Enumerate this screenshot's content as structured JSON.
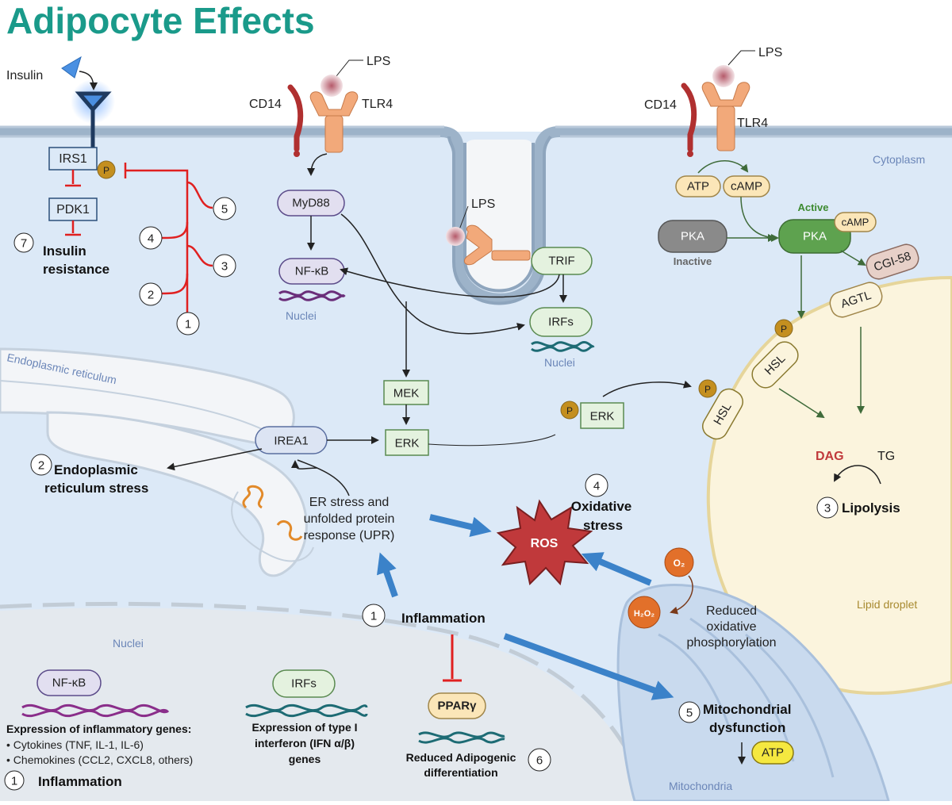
{
  "title": "Adipocyte Effects",
  "colors": {
    "title": "#1a9a8a",
    "cytoplasm": "#dce9f7",
    "membrane": "#9db3c9",
    "inhibit": "#e02020",
    "activate_blue": "#3b82c9",
    "pka_active": "#5ea24f",
    "lipid": "#fbf4dd",
    "ros": "#c0393b"
  },
  "labels": {
    "insulin": "Insulin",
    "irs1": "IRS1",
    "pdk1": "PDK1",
    "p": "P",
    "insulin_resistance_1": "Insulin",
    "insulin_resistance_2": "resistance",
    "lps_left": "LPS",
    "cd14_left": "CD14",
    "tlr4_left": "TLR4",
    "myd88": "MyD88",
    "nfkb_top": "NF-κB",
    "nuclei_top": "Nuclei",
    "lps_endosome": "LPS",
    "trif": "TRIF",
    "irfs_top": "IRFs",
    "nuclei_irfs": "Nuclei",
    "lps_right": "LPS",
    "cd14_right": "CD14",
    "tlr4_right": "TLR4",
    "cytoplasm": "Cytoplasm",
    "atp_top": "ATP",
    "camp_top": "cAMP",
    "active": "Active",
    "camp_pka": "cAMP",
    "pka_inactive": "PKA",
    "inactive": "Inactive",
    "pka_active": "PKA",
    "cgi58": "CGI-58",
    "agtl": "AGTL",
    "hsl_1": "HSL",
    "hsl_2": "HSL",
    "er": "Endoplasmic reticulum",
    "er_stress_1": "Endoplasmic",
    "er_stress_2": "reticulum stress",
    "irea1": "IREA1",
    "mek": "MEK",
    "erk_1": "ERK",
    "erk_2": "ERK",
    "upr_1": "ER stress and",
    "upr_2": "unfolded protein",
    "upr_3": "response (UPR)",
    "ox_stress_1": "Oxidative",
    "ox_stress_2": "stress",
    "ros": "ROS",
    "dag": "DAG",
    "tg": "TG",
    "lipolysis": "Lipolysis",
    "lipid_droplet": "Lipid droplet",
    "o2": "O₂",
    "h2o2": "H₂O₂",
    "reduced_ox_1": "Reduced",
    "reduced_ox_2": "oxidative",
    "reduced_ox_3": "phosphorylation",
    "inflammation_center": "Inflammation",
    "nuclei_bottom": "Nuclei",
    "mito_dys_1": "Mitochondrial",
    "mito_dys_2": "dysfunction",
    "atp_bottom": "ATP",
    "mitochondria": "Mitochondria",
    "nfkb_bottom": "NF-κB",
    "irfs_bottom": "IRFs",
    "pparg": "PPARγ",
    "inflam_genes_title": "Expression of inflammatory genes:",
    "cytokines": "• Cytokines (TNF, IL-1, IL-6)",
    "chemokines": "• Chemokines (CCL2, CXCL8, others)",
    "inflammation_bottom": "Inflammation",
    "ifn_1": "Expression of type I",
    "ifn_2": "interferon (IFN α/β)",
    "ifn_3": "genes",
    "adipo_1": "Reduced Adipogenic",
    "adipo_2": "differentiation"
  },
  "numbers": {
    "n1_left": "1",
    "n2_left": "2",
    "n3_left": "3",
    "n4_left": "4",
    "n5_left": "5",
    "n7": "7",
    "n2_er": "2",
    "n4_ox": "4",
    "n3_lip": "3",
    "n1_center": "1",
    "n5_mito": "5",
    "n6": "6",
    "n1_bottom": "1"
  }
}
